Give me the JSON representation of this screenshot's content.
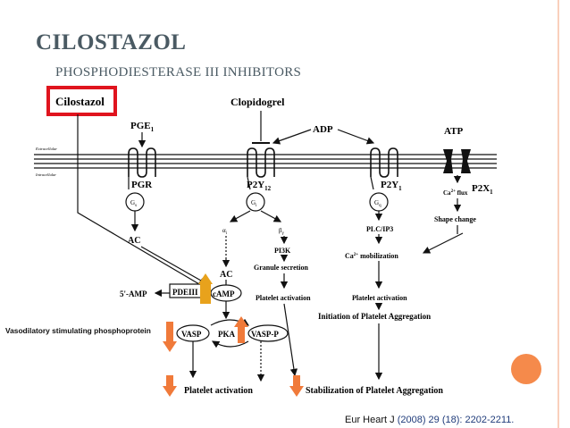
{
  "slide": {
    "title": "CILOSTAZOL",
    "subtitle": "PHOSPHODIESTERASE III INHIBITORS",
    "vasp_label": "Vasodilatory stimulating phosphoprotein",
    "citation_journal": "Eur Heart J",
    "citation_rest": "(2008) 29 (18): 2202-2211.",
    "accent_color": "#f58a4b",
    "highlight_color": "#e0141e"
  },
  "diagram": {
    "cilostazol": "Cilostazol",
    "clopidogrel": "Clopidogrel",
    "adp": "ADP",
    "atp": "ATP",
    "pge1": "PGE",
    "pge1_sub": "1",
    "extracellular": "Extracellular",
    "intracellular": "Intracellular",
    "pgr": "PGR",
    "p2y12": "P2Y",
    "p2y12_sub": "12",
    "p2y1": "P2Y",
    "p2y1_sub": "1",
    "p2x1": "P2X",
    "p2x1_sub": "1",
    "gs": "G",
    "gs_sub": "s",
    "gi": "G",
    "gi_sub": "i",
    "gq": "G",
    "gq_sub": "q",
    "ca_flux": "Ca",
    "ca_flux_sup": "2+",
    "ca_flux_rest": " flux",
    "shape_change": "Shape change",
    "alpha_i": "α",
    "alpha_i_sub": "i",
    "beta_gamma": "β",
    "beta_gamma_sub": "γ",
    "ac1": "AC",
    "ac2": "AC",
    "pi3k": "PI3K",
    "plc_ip3": "PLC/IP3",
    "ca_mobilization": "Ca",
    "ca_mobilization_sup": "2+",
    "ca_mobilization_rest": " mobilization",
    "granule_secretion": "Granule secretion",
    "platelet_activation_mid": "Platelet activation",
    "platelet_activation_right": "Platelet activation",
    "initiation": "Initiation of Platelet Aggregation",
    "five_amp": "5'-AMP",
    "pdeiii": "PDEIII",
    "camp": "cAMP",
    "vasp": "VASP",
    "pka": "PKA",
    "vasp_p": "VASP-P",
    "platelet_activation_bottom": "Platelet activation",
    "stabilization": "Stabilization of Platelet Aggregation"
  }
}
